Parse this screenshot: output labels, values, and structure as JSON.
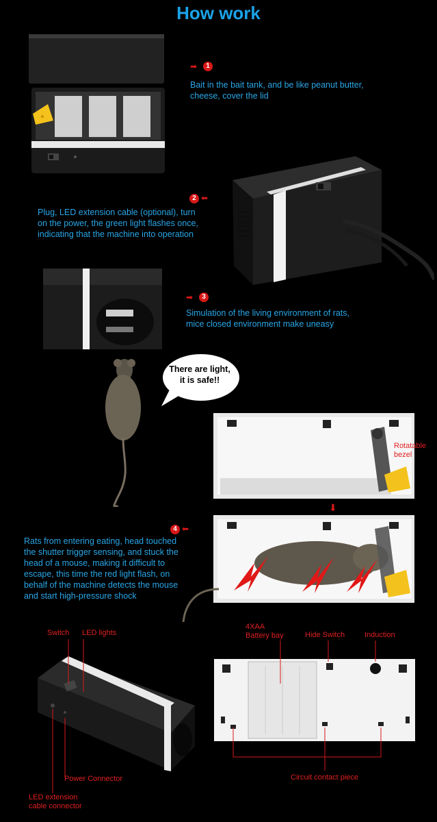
{
  "title": "How work",
  "steps": [
    {
      "number": "1",
      "text_lines": [
        "Bait in the bait tank, and be like peanut butter,",
        "cheese, cover the lid"
      ]
    },
    {
      "number": "2",
      "text_lines": [
        "Plug, LED extension cable (optional), turn",
        "on the power, the green light flashes once,",
        "indicating that the machine into operation"
      ]
    },
    {
      "number": "3",
      "text_lines": [
        "Simulation of the living environment of rats,",
        "mice closed environment make uneasy"
      ]
    },
    {
      "number": "4",
      "text_lines": [
        "Rats from entering eating, head touched",
        "the shutter trigger sensing, and stuck the",
        "head of a mouse, making it difficult to",
        "escape, this time the red light flash, on",
        "behalf of the machine detects the mouse",
        "and start high-pressure shock"
      ]
    }
  ],
  "speech_bubble": {
    "lines": [
      "There are light,",
      "it is safe!!"
    ]
  },
  "diagram_labels": {
    "rotatable": "Rotatable",
    "bezel": "bezel",
    "switch": "Switch",
    "led_lights": "LED lights",
    "power_connector": "Power Connector",
    "led_ext_1": "LED extension",
    "led_ext_2": "cable connector",
    "battery_1": "4XAA",
    "battery_2": "Battery bay",
    "hide_switch": "Hide Switch",
    "induction": "Induction",
    "circuit": "Circuit contact piece"
  },
  "colors": {
    "title": "#1aa3e8",
    "text": "#2aa6e6",
    "accent_red": "#d81818"
  }
}
